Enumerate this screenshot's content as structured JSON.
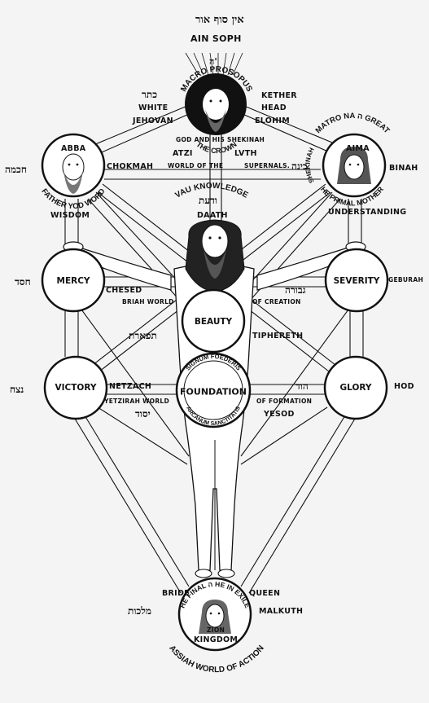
{
  "top": {
    "hebrew": "אין סוף אור",
    "ain_soph": "AIN SOPH",
    "he_letter": "ה'"
  },
  "crown": {
    "macro": "MACRO",
    "prosopus": "PROSOPUS",
    "hebrew": "כתר",
    "white": "WHITE",
    "jehovan": "JEHOVAN",
    "kether": "KETHER",
    "head": "HEAD",
    "elohim": "ELOHIM",
    "the_crown": "THE CROWN",
    "god_shekinah": "GOD AND HIS SHEKINAH"
  },
  "atziluth": {
    "atzi": "ATZI",
    "luth": "LVTH",
    "world_of_the": "WORLD OF THE",
    "supernals": "SUPERNALS."
  },
  "chokmah": {
    "abba": "ABBA",
    "hebrew": "חכמה",
    "name": "CHOKMAH",
    "father_yod_word": "FATHER YOD WORD",
    "wisdom": "WISDOM"
  },
  "binah": {
    "matro_na": "MATRO NA",
    "heb_h": "ה",
    "great": "GREAT",
    "aima": "AIMA",
    "hebrew": "בינה",
    "name": "BINAH",
    "shekinah": "SHEKINAH",
    "the_primal_mother": "HE PRIMAL MOTHER",
    "understanding": "UNDERSTANDING"
  },
  "daath": {
    "vau_knowledge": "VAU KNOWLEDGE",
    "hebrew": "ודעת",
    "name": "DAATH"
  },
  "mercy": {
    "circle": "MERCY",
    "hebrew": "חסד",
    "name": "CHESED",
    "briah": "BRIAH WORLD"
  },
  "severity": {
    "circle": "SEVERITY",
    "hebrew": "גבורה",
    "name": "GEBURAH",
    "of_creation": "OF CREATION"
  },
  "beauty": {
    "circle": "BEAUTY",
    "hebrew": "תפארת",
    "name": "TIPHERETH"
  },
  "victory": {
    "circle": "VICTORY",
    "hebrew": "נצח",
    "name": "NETZACH",
    "yetzirah": "YETZIRAH WORLD"
  },
  "glory": {
    "circle": "GLORY",
    "hebrew": "הוד",
    "name": "HOD",
    "of_formation": "OF FORMATION"
  },
  "foundation": {
    "circle": "FOUNDATION",
    "hebrew": "יסוד",
    "name": "YESOD",
    "signum": "SIGNUM FOEDERIS",
    "arcanum": "ARCANUM SANCTITATIS"
  },
  "malkuth": {
    "bride": "BRIDE",
    "queen": "QUEEN",
    "hebrew": "מלכות",
    "name": "MALKUTH",
    "he_final": "HE FINAL",
    "heb_h": "ה",
    "he_in_exile": "HE IN EXILE",
    "zion": "ZION",
    "kingdom": "KINGDOM",
    "assiah": "ASSIAH WORLD OF ACTION"
  },
  "colors": {
    "ink": "#111111",
    "paper": "#f4f4f4",
    "circle_fill": "#ffffff"
  }
}
